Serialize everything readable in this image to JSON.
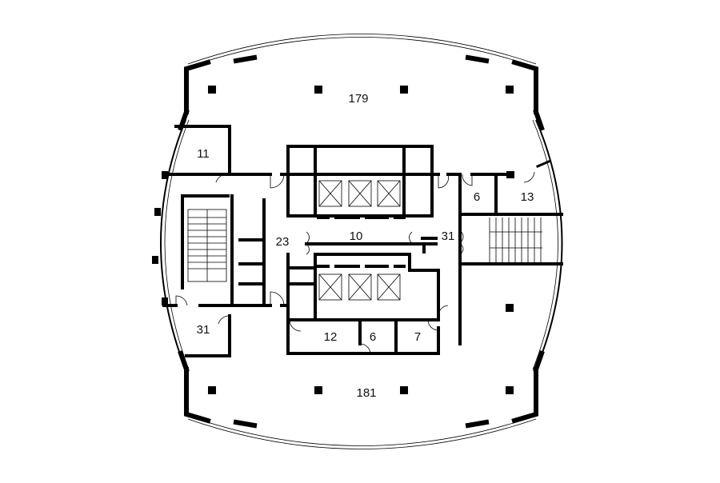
{
  "plan": {
    "rooms": [
      {
        "id": "north-open-office",
        "area": "179"
      },
      {
        "id": "room-nw",
        "area": "11"
      },
      {
        "id": "corridor-west",
        "area": "23"
      },
      {
        "id": "elevator-lobby",
        "area": "10"
      },
      {
        "id": "corridor-east",
        "area": "31"
      },
      {
        "id": "room-ne-small",
        "area": "6"
      },
      {
        "id": "room-ne",
        "area": "13"
      },
      {
        "id": "room-sw",
        "area": "31"
      },
      {
        "id": "room-s-1",
        "area": "12"
      },
      {
        "id": "room-s-2",
        "area": "6"
      },
      {
        "id": "room-s-3",
        "area": "7"
      },
      {
        "id": "south-open-office",
        "area": "181"
      }
    ]
  }
}
